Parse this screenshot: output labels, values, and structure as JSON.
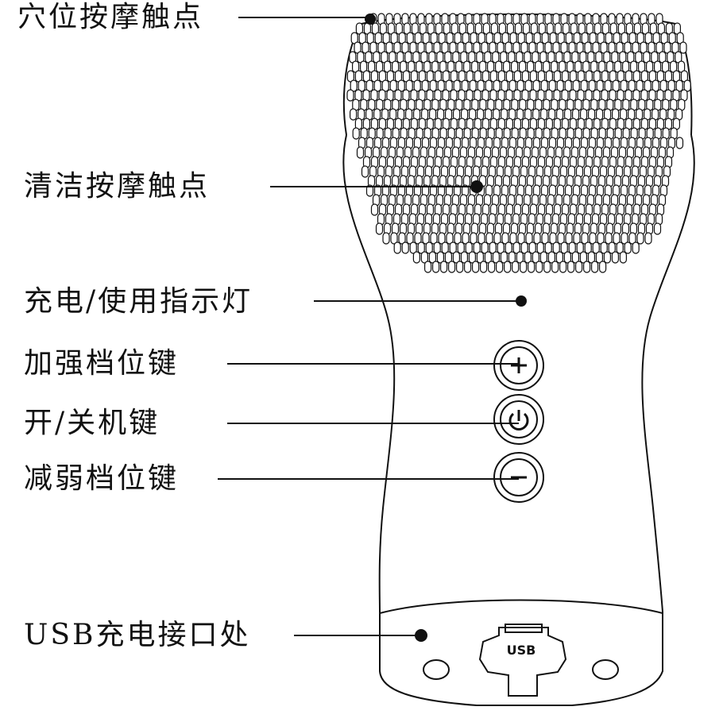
{
  "labels": {
    "acupoint": "穴位按摩触点",
    "cleansing": "清洁按摩触点",
    "indicator": "充电/使用指示灯",
    "boost": "加强档位键",
    "power": "开/关机键",
    "reduce": "减弱档位键",
    "usb_port": "USB充电接口处"
  },
  "device": {
    "usb_cap_text": "USB"
  },
  "colors": {
    "line": "#111111",
    "background": "#ffffff"
  }
}
